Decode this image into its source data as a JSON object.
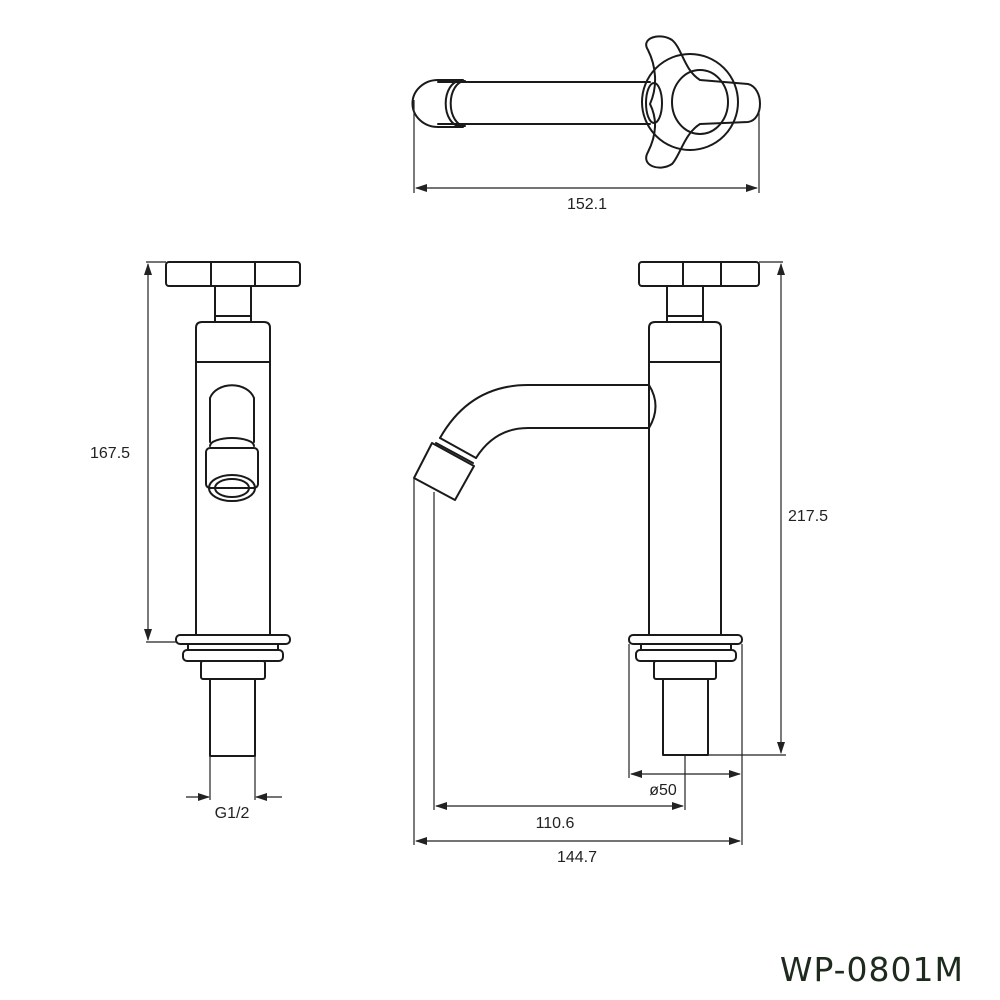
{
  "drawing": {
    "title": "Pillar tap technical drawing",
    "views": [
      "top-view",
      "side-view",
      "front-view"
    ],
    "line_color": "#1a1a1a",
    "background": "#ffffff"
  },
  "dimensions": {
    "top_length": "152.1",
    "side_height": "167.5",
    "thread": "G1/2",
    "front_height": "217.5",
    "base_diameter": "ø50",
    "spout_reach": "110.6",
    "overall_depth": "144.7"
  },
  "model": {
    "code": "WP-0801M",
    "color": "#1d2a1d"
  }
}
